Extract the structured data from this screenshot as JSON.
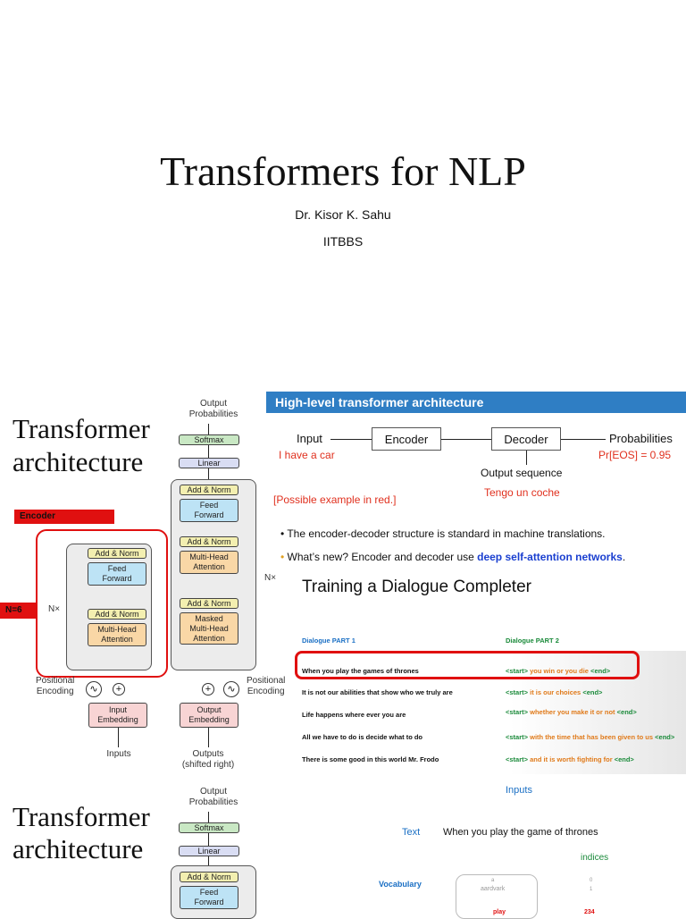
{
  "slide1": {
    "title": "Transformers for NLP",
    "author": "Dr. Kisor K. Sahu",
    "affiliation": "IITBBS"
  },
  "slide2": {
    "heading_line1": "Transformer",
    "heading_line2": "architecture",
    "diagram": {
      "output_probs": "Output\nProbabilities",
      "softmax": "Softmax",
      "linear": "Linear",
      "add_norm": "Add & Norm",
      "feed_forward": "Feed\nForward",
      "mha": "Multi-Head\nAttention",
      "masked_mha": "Masked\nMulti-Head\nAttention",
      "nx": "N×",
      "pos_enc_left": "Positional\nEncoding",
      "pos_enc_right": "Positional\nEncoding",
      "input_emb": "Input\nEmbedding",
      "output_emb": "Output\nEmbedding",
      "inputs": "Inputs",
      "outputs": "Outputs\n(shifted right)",
      "encoder_tag": "Encoder",
      "n6_tag": "N=6"
    },
    "highlevel": {
      "header": "High-level transformer architecture",
      "input": "Input",
      "encoder": "Encoder",
      "decoder": "Decoder",
      "probabilities": "Probabilities",
      "example_in": "I have a car",
      "prob_eos": "Pr[EOS] = 0.95",
      "output_seq": "Output sequence",
      "example_out": "Tengo un coche",
      "possible": "[Possible example in red.]",
      "bullet1": "The encoder-decoder structure is standard in machine translations.",
      "bullet2_a": "What’s new? Encoder and decoder use ",
      "bullet2_b": "deep self-attention networks",
      "bullet2_c": "."
    },
    "dialogue": {
      "title": "Training a Dialogue Completer",
      "col1": "Dialogue PART 1",
      "col2": "Dialogue PART 2",
      "rows": [
        {
          "p1": "When you play the games of thrones",
          "p2": "you win or you die"
        },
        {
          "p1": "It is not our abilities that show who we truly are",
          "p2": "it is our choices"
        },
        {
          "p1": "Life happens where ever you are",
          "p2": "whether you make it or not"
        },
        {
          "p1": "All we have to do is decide what to do",
          "p2": "with the time that has been given to us"
        },
        {
          "p1": "There is some good in this world Mr. Frodo",
          "p2": "and it is worth fighting for"
        }
      ],
      "start_tok": "<start>",
      "end_tok": "<end>"
    }
  },
  "slide3": {
    "heading_line1": "Transformer",
    "heading_line2": "architecture",
    "output_probs": "Output\nProbabilities",
    "softmax": "Softmax",
    "linear": "Linear",
    "add_norm": "Add & Norm",
    "feed_forward": "Feed\nForward",
    "inputs_title": "Inputs",
    "text_label": "Text",
    "text_value": "When you play the game of thrones",
    "indices_label": "indices",
    "vocab_label": "Vocabulary",
    "vocab_words": [
      "a",
      "aardvark",
      "play"
    ],
    "vocab_indices": [
      "0",
      "1",
      "234"
    ]
  }
}
